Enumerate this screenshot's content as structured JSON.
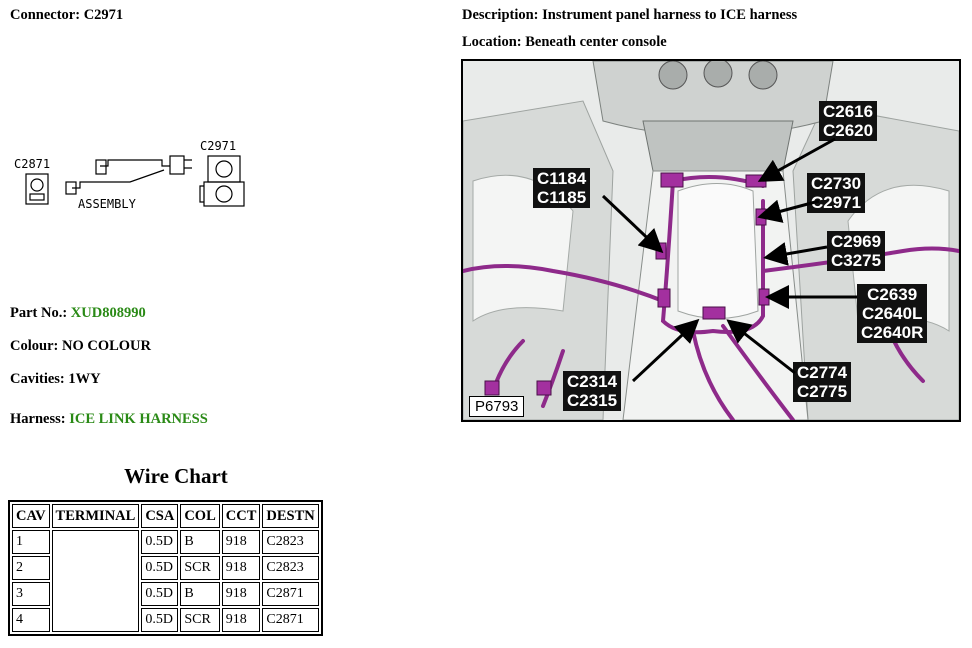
{
  "header": {
    "connector_label": "Connector:",
    "connector_value": "C2971",
    "description_label": "Description:",
    "description_value": "Instrument panel harness to ICE harness",
    "location_label": "Location:",
    "location_value": "Beneath center console"
  },
  "drawing": {
    "left_connector": "C2871",
    "right_connector": "C2971",
    "caption": "ASSEMBLY"
  },
  "details": {
    "part_no_label": "Part No.:",
    "part_no_value": "XUD808990",
    "colour_label": "Colour:",
    "colour_value": "NO COLOUR",
    "cavities_label": "Cavities:",
    "cavities_value": "1WY",
    "harness_label": "Harness:",
    "harness_value": "ICE LINK HARNESS",
    "link_color": "#2a8a16"
  },
  "photo": {
    "reference": "P6793",
    "harness_color": "#8e2a8a",
    "callouts": [
      [
        "C2616",
        "C2620"
      ],
      [
        "C1184",
        "C1185"
      ],
      [
        "C2730",
        "C2971"
      ],
      [
        "C2969",
        "C3275"
      ],
      [
        "C2639",
        "C2640L",
        "C2640R"
      ],
      [
        "C2314",
        "C2315"
      ],
      [
        "C2774",
        "C2775"
      ]
    ]
  },
  "wire_chart": {
    "title": "Wire Chart",
    "headers": [
      "CAV",
      "TERMINAL",
      "CSA",
      "COL",
      "CCT",
      "DESTN"
    ],
    "rows": [
      [
        "1",
        "",
        "0.5D",
        "B",
        "918",
        "C2823"
      ],
      [
        "2",
        "",
        "0.5D",
        "SCR",
        "918",
        "C2823"
      ],
      [
        "3",
        "",
        "0.5D",
        "B",
        "918",
        "C2871"
      ],
      [
        "4",
        "",
        "0.5D",
        "SCR",
        "918",
        "C2871"
      ]
    ]
  }
}
